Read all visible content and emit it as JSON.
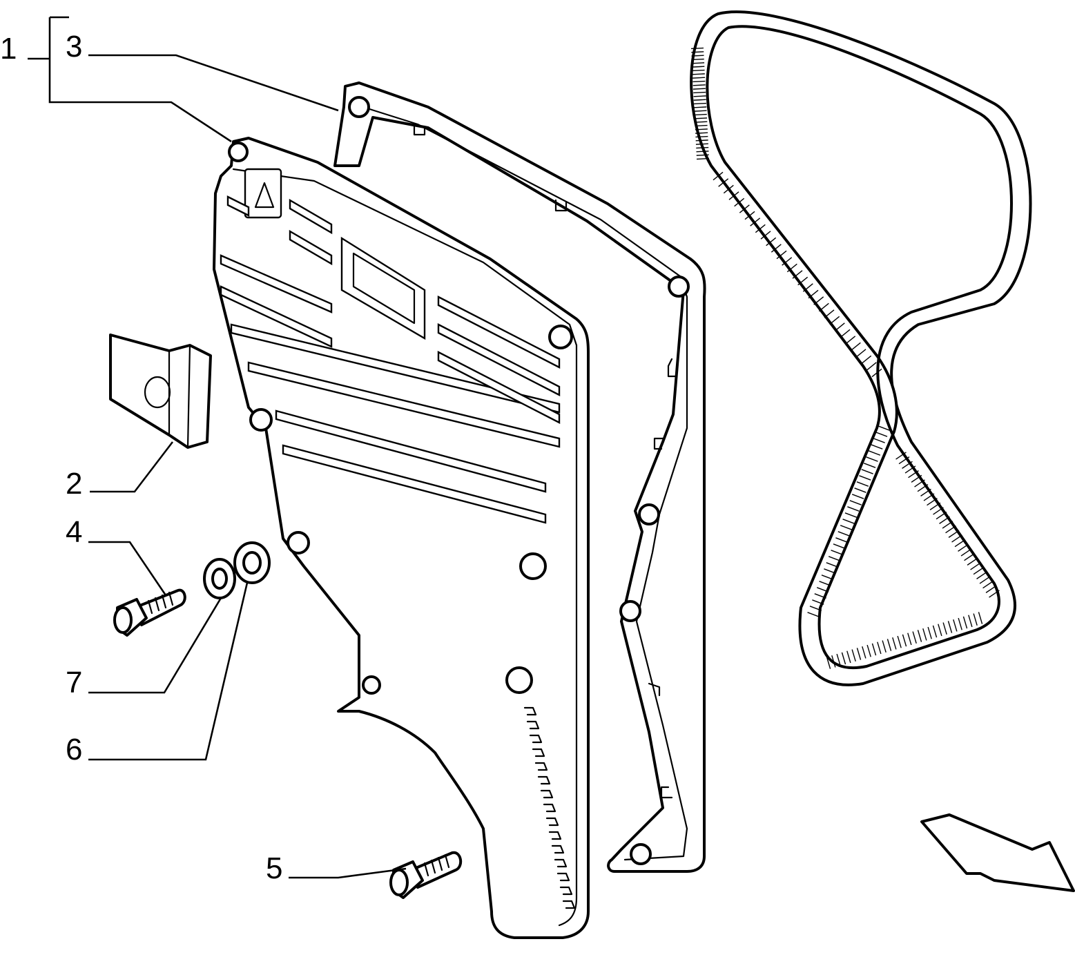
{
  "callouts": [
    {
      "id": "1",
      "text": "1"
    },
    {
      "id": "3",
      "text": "3"
    },
    {
      "id": "2",
      "text": "2"
    },
    {
      "id": "4",
      "text": "4"
    },
    {
      "id": "7",
      "text": "7"
    },
    {
      "id": "6",
      "text": "6"
    },
    {
      "id": "5",
      "text": "5"
    }
  ],
  "parts": {
    "cover": "timing-belt-cover",
    "gasket": "cover-gasket",
    "belt": "timing-belt",
    "plug": "inspection-plug",
    "bolt_4": "flange-bolt",
    "bolt_5": "flange-bolt",
    "washer_7": "spring-washer",
    "washer_6": "flat-washer"
  },
  "colors": {
    "line": "#000000",
    "background": "#ffffff"
  }
}
